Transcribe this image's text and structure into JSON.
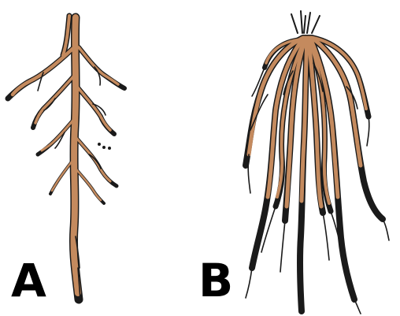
{
  "diagram": {
    "panels": [
      {
        "label": "A",
        "root_type": "taproot"
      },
      {
        "label": "B",
        "root_type": "fibrous"
      }
    ],
    "colors": {
      "root_fill": "#c48a5e",
      "outline": "#1a1a1a",
      "label": "#000000",
      "background": "#ffffff"
    }
  }
}
